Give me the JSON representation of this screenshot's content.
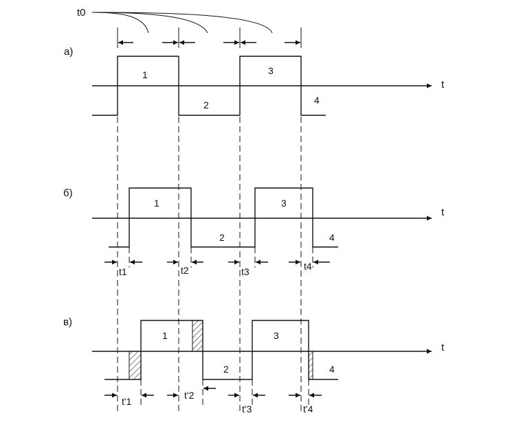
{
  "t0_label": "t0",
  "axis_label": "t",
  "panels": [
    {
      "label": "а)",
      "levels": [
        "1",
        "2",
        "3",
        "4"
      ]
    },
    {
      "label": "б)",
      "levels": [
        "1",
        "2",
        "3",
        "4"
      ],
      "delays": [
        "t1",
        "t2",
        "t3",
        "t4"
      ]
    },
    {
      "label": "в)",
      "levels": [
        "1",
        "2",
        "3",
        "4"
      ],
      "delays": [
        "t'1",
        "t'2",
        "t'3",
        "t'4"
      ]
    }
  ]
}
